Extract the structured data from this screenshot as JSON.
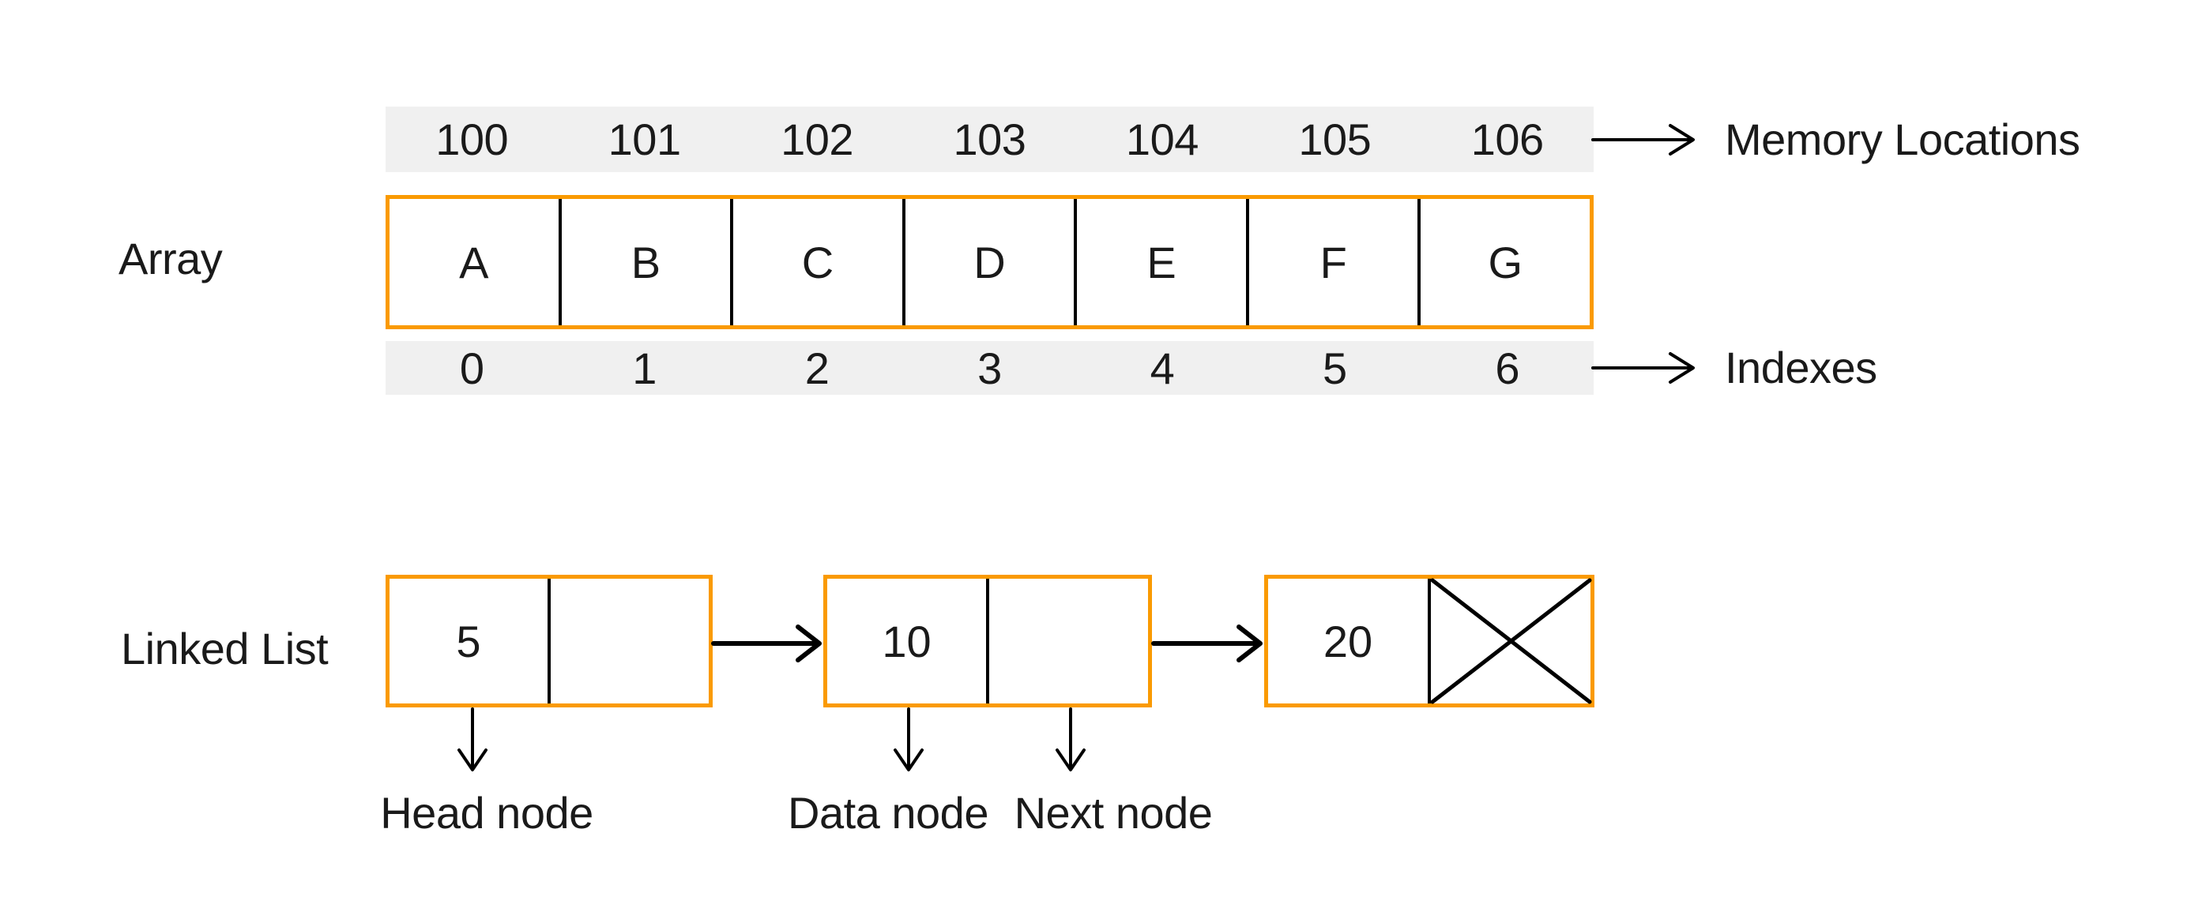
{
  "colors": {
    "accent_orange": "#fa9a00",
    "band_gray": "#f0f0f0",
    "ink_black": "#1a1a1a",
    "line_black": "#000000"
  },
  "array_section": {
    "label": "Array",
    "memory_locations": [
      "100",
      "101",
      "102",
      "103",
      "104",
      "105",
      "106"
    ],
    "memory_caption": "Memory Locations",
    "cells": [
      "A",
      "B",
      "C",
      "D",
      "E",
      "F",
      "G"
    ],
    "indexes": [
      "0",
      "1",
      "2",
      "3",
      "4",
      "5",
      "6"
    ],
    "index_caption": "Indexes"
  },
  "linked_list_section": {
    "label": "Linked List",
    "nodes": [
      {
        "data": "5",
        "next": ""
      },
      {
        "data": "10",
        "next": ""
      },
      {
        "data": "20",
        "next": "null-cross"
      }
    ],
    "captions": {
      "head": "Head node",
      "data": "Data node",
      "next": "Next node"
    }
  }
}
